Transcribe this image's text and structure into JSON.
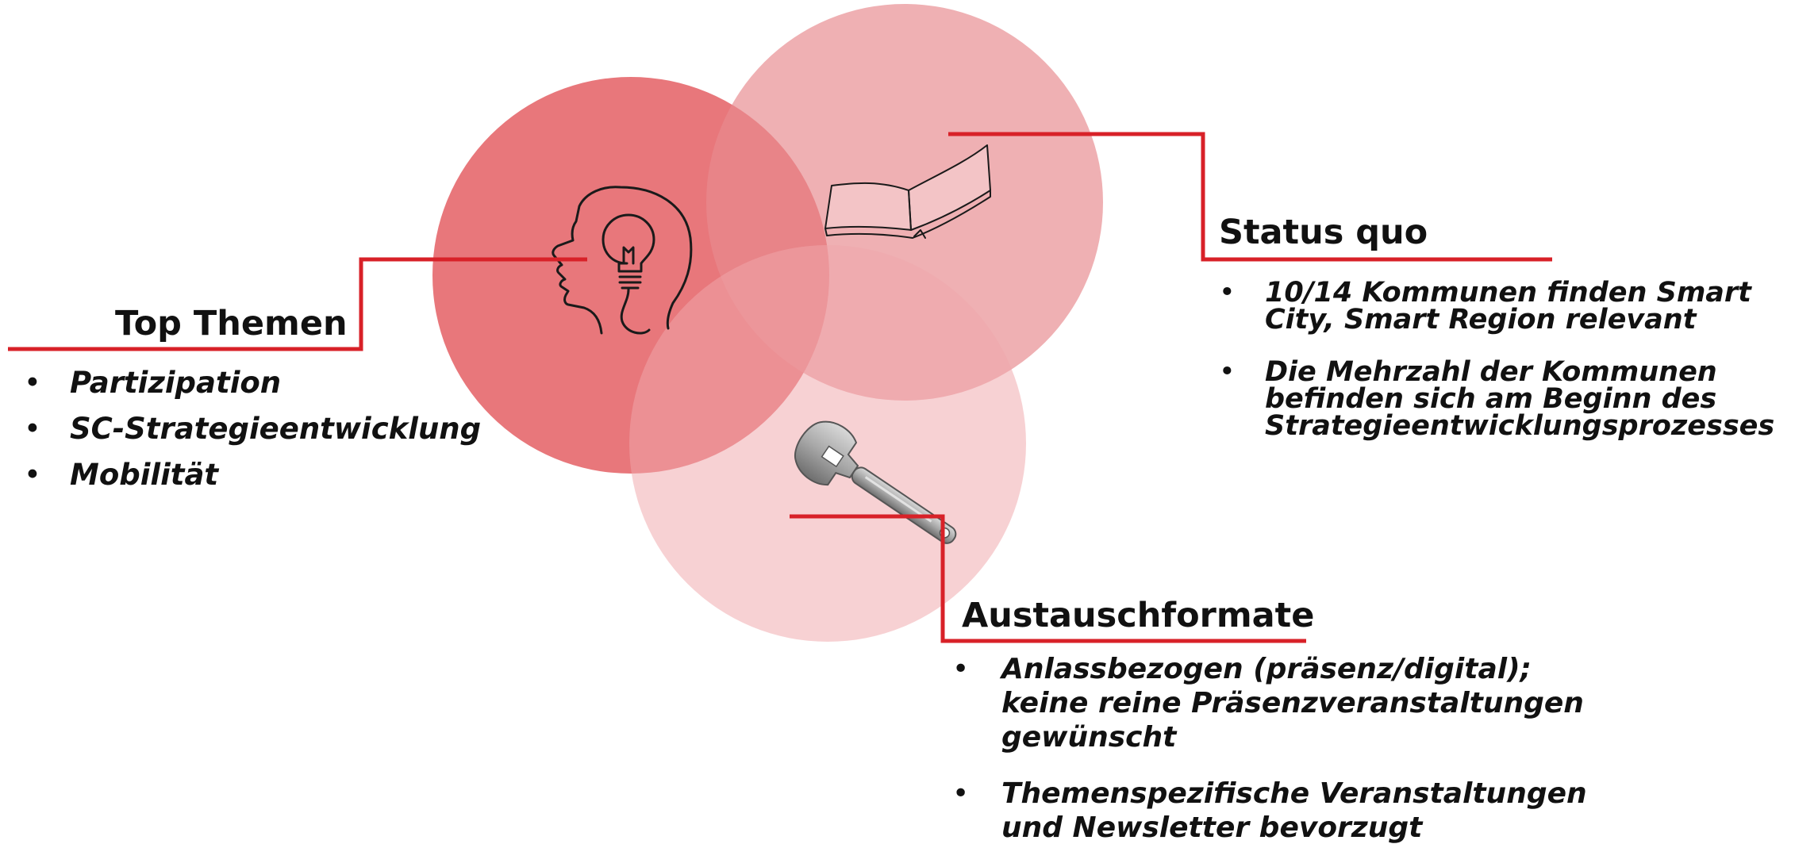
{
  "colors": {
    "circle_1": "#e3595e",
    "circle_2": "#ec9296",
    "circle_3": "#f3b8bb",
    "accent_line": "#d82128",
    "text": "#111111"
  },
  "icons": {
    "circle_1": "head-lightbulb-icon",
    "circle_2": "open-book-icon",
    "circle_3": "wrench-icon"
  },
  "sections": {
    "top_themes": {
      "title": "Top Themen",
      "items": [
        "Partizipation",
        "SC-Strategieentwicklung",
        "Mobilität"
      ]
    },
    "status_quo": {
      "title": "Status quo",
      "items": [
        "10/14 Kommunen finden Smart City, Smart Region relevant",
        "Die Mehrzahl der Kommunen befinden sich am Beginn des Strategieentwicklungsprozesses"
      ]
    },
    "exchange_formats": {
      "title": "Austauschformate",
      "items": [
        "Anlassbezogen (präsenz/digital); keine reine Präsenzveranstaltungen gewünscht",
        "Themenspezifische Veranstaltungen und Newsletter bevorzugt"
      ]
    }
  }
}
